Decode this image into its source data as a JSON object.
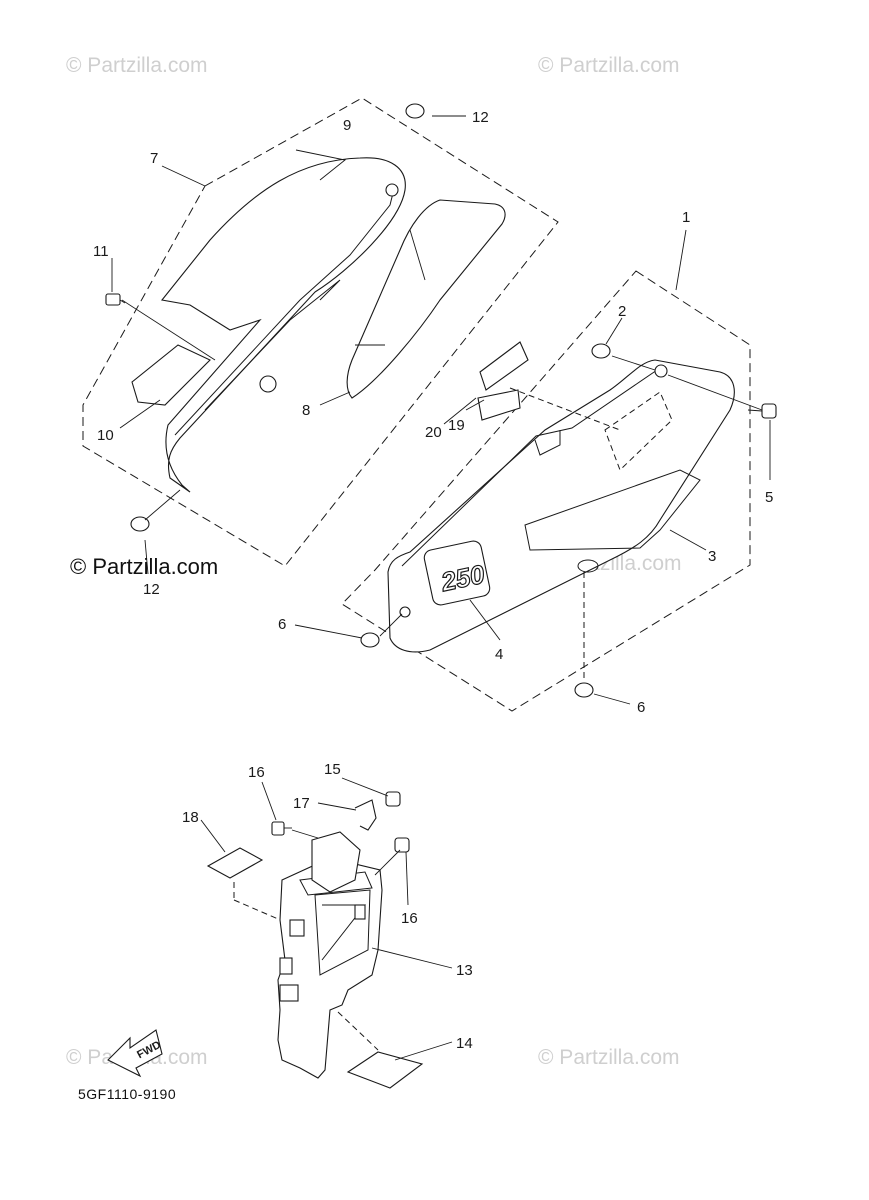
{
  "watermarks": {
    "top_left": "© Partzilla.com",
    "top_right": "© Partzilla.com",
    "main": "© Partzilla.com",
    "mid_right": "© Partzilla.com",
    "bottom_left": "© Partzilla.com",
    "bottom_right": "© Partzilla.com"
  },
  "diagram_code": "5GF1110-9190",
  "badges": {
    "side_cover_number": "250",
    "fwd_arrow": "FWD"
  },
  "callouts": {
    "c1": "1",
    "c2": "2",
    "c3": "3",
    "c4": "4",
    "c5": "5",
    "c6a": "6",
    "c6b": "6",
    "c7": "7",
    "c8": "8",
    "c9": "9",
    "c10": "10",
    "c11": "11",
    "c12a": "12",
    "c12b": "12",
    "c13": "13",
    "c14": "14",
    "c15": "15",
    "c16a": "16",
    "c16b": "16",
    "c17": "17",
    "c18": "18",
    "c19": "19",
    "c20": "20"
  }
}
